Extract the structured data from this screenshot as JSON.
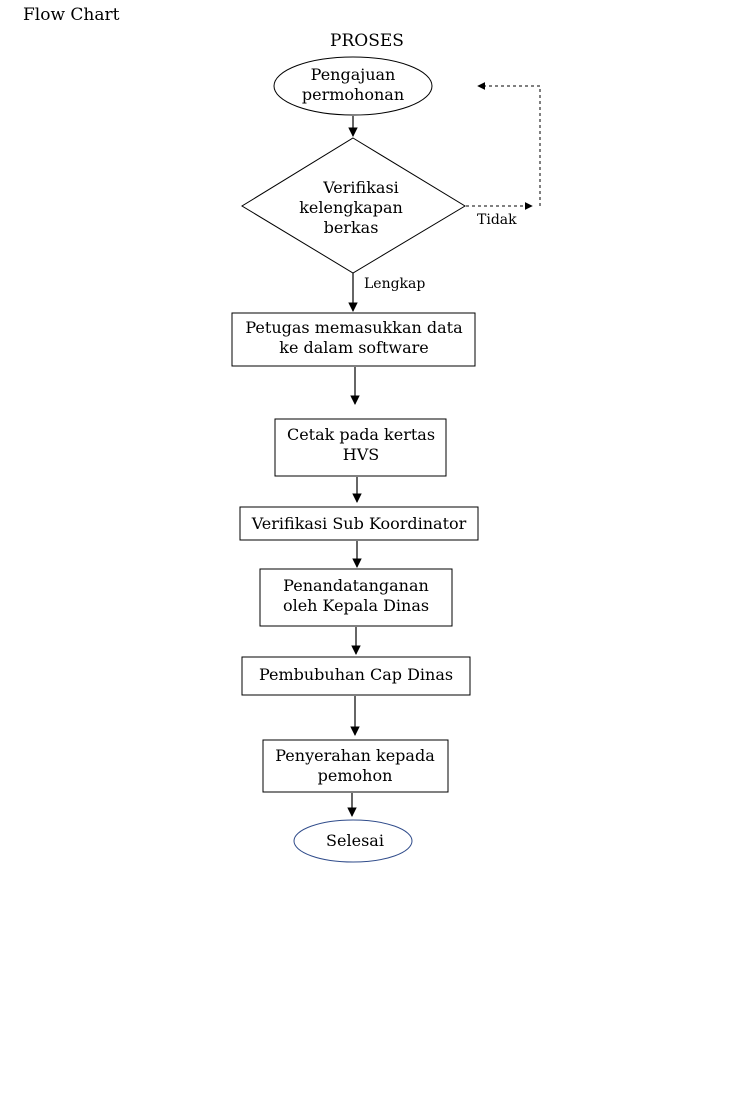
{
  "page": {
    "title": "Flow Chart",
    "section_label": "PROSES"
  },
  "nodes": {
    "start": {
      "line1": "Pengajuan",
      "line2": "permohonan"
    },
    "verify": {
      "line1": "Verifikasi",
      "line2": "kelengkapan",
      "line3": "berkas"
    },
    "input_data": {
      "line1": "Petugas memasukkan data",
      "line2": "ke dalam software"
    },
    "print": {
      "line1": "Cetak pada kertas",
      "line2": "HVS"
    },
    "sub_verify": {
      "line1": "Verifikasi Sub Koordinator"
    },
    "sign": {
      "line1": "Penandatanganan",
      "line2": "oleh Kepala Dinas"
    },
    "stamp": {
      "line1": "Pembubuhan Cap Dinas"
    },
    "handover": {
      "line1": "Penyerahan kepada",
      "line2": "pemohon"
    },
    "end": {
      "line1": "Selesai"
    }
  },
  "edges": {
    "yes_label": "Lengkap",
    "no_label": "Tidak"
  },
  "colors": {
    "stroke": "#000000",
    "end_ellipse_stroke": "#2f4b8a"
  }
}
